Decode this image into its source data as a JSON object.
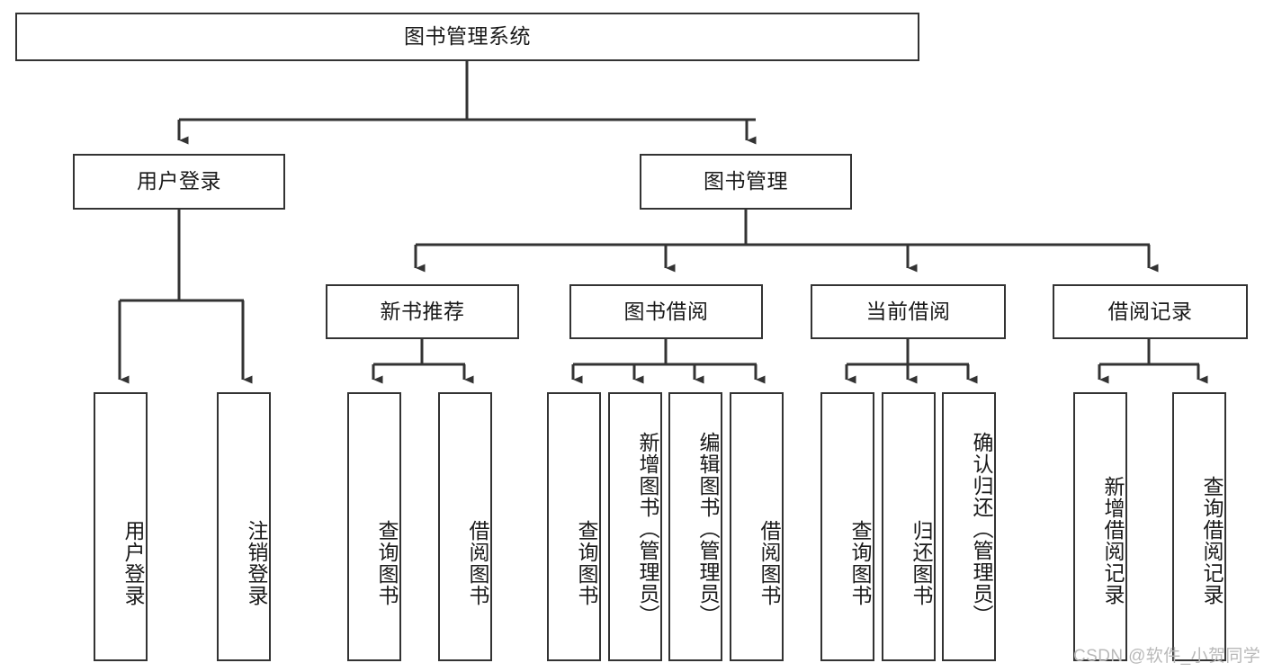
{
  "diagram": {
    "type": "tree-hierarchy",
    "title": "图书管理系统",
    "root": {
      "id": "root",
      "label": "图书管理系统",
      "orientation": "horizontal"
    },
    "level2": [
      {
        "id": "user-login",
        "label": "用户登录",
        "orientation": "horizontal"
      },
      {
        "id": "book-manage",
        "label": "图书管理",
        "orientation": "horizontal"
      }
    ],
    "level3": [
      {
        "id": "new-book-recommend",
        "label": "新书推荐",
        "orientation": "horizontal",
        "parent": "book-manage"
      },
      {
        "id": "book-borrow",
        "label": "图书借阅",
        "orientation": "horizontal",
        "parent": "book-manage"
      },
      {
        "id": "current-borrow",
        "label": "当前借阅",
        "orientation": "horizontal",
        "parent": "book-manage"
      },
      {
        "id": "borrow-record",
        "label": "借阅记录",
        "orientation": "horizontal",
        "parent": "book-manage"
      }
    ],
    "leaves": [
      {
        "id": "leaf-user-login",
        "label": "用户登录",
        "orientation": "vertical",
        "parent": "user-login"
      },
      {
        "id": "leaf-logout-login",
        "label": "注销登录",
        "orientation": "vertical",
        "parent": "user-login"
      },
      {
        "id": "leaf-query-book-1",
        "label": "查询图书",
        "orientation": "vertical",
        "parent": "new-book-recommend"
      },
      {
        "id": "leaf-borrow-book-1",
        "label": "借阅图书",
        "orientation": "vertical",
        "parent": "new-book-recommend"
      },
      {
        "id": "leaf-query-book-2",
        "label": "查询图书",
        "orientation": "vertical",
        "parent": "book-borrow"
      },
      {
        "id": "leaf-add-book-admin",
        "label": "新增图书（管理员）",
        "orientation": "vertical",
        "parent": "book-borrow"
      },
      {
        "id": "leaf-edit-book-admin",
        "label": "编辑图书（管理员）",
        "orientation": "vertical",
        "parent": "book-borrow"
      },
      {
        "id": "leaf-borrow-book-2",
        "label": "借阅图书",
        "orientation": "vertical",
        "parent": "book-borrow"
      },
      {
        "id": "leaf-query-book-3",
        "label": "查询图书",
        "orientation": "vertical",
        "parent": "current-borrow"
      },
      {
        "id": "leaf-return-book",
        "label": "归还图书",
        "orientation": "vertical",
        "parent": "current-borrow"
      },
      {
        "id": "leaf-confirm-return-admin",
        "label": "确认归还（管理员）",
        "orientation": "vertical",
        "parent": "current-borrow"
      },
      {
        "id": "leaf-add-borrow-record",
        "label": "新增借阅记录",
        "orientation": "vertical",
        "parent": "borrow-record"
      },
      {
        "id": "leaf-query-borrow-record",
        "label": "查询借阅记录",
        "orientation": "vertical",
        "parent": "borrow-record"
      }
    ],
    "colors": {
      "box_border": "#333333",
      "box_fill": "#ffffff",
      "edge": "#333333",
      "text": "#1a1a1a",
      "watermark": "#b9b9b9",
      "background": "#ffffff"
    }
  },
  "watermark": {
    "text": "CSDN @软件_小贺同学"
  }
}
